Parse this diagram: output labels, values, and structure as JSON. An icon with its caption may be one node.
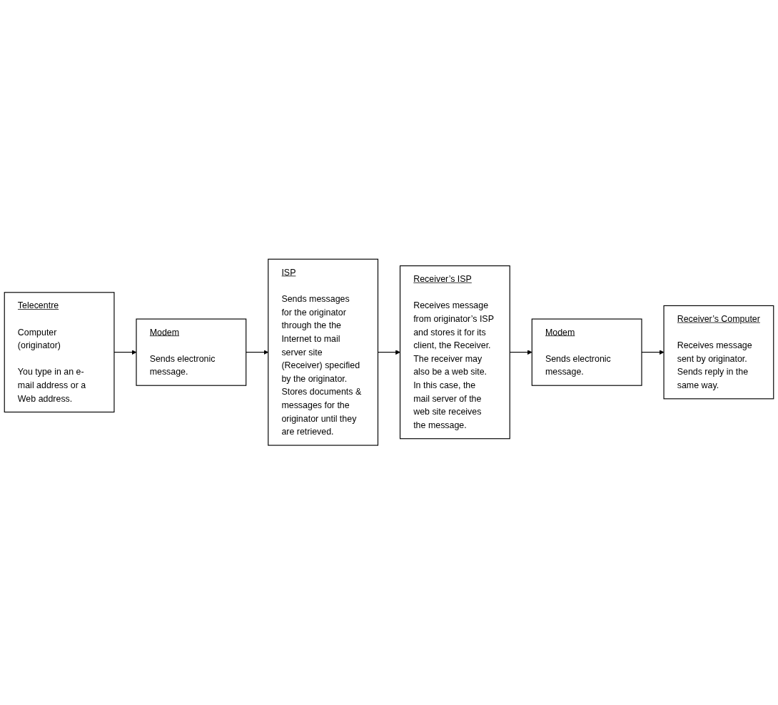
{
  "diagram": {
    "nodes": [
      {
        "text": [
          "Telecentre",
          "Computer (originator)",
          "You type in an e-mail address or a Web address."
        ]
      },
      {
        "text": [
          "Modem",
          "Sends electronic message."
        ]
      },
      {
        "text": [
          "ISP",
          "Sends messages for the originator through the the Internet to mail server site (Receiver) specified by the originator. Stores documents & messages for the originator until they are retrieved."
        ]
      },
      {
        "text": [
          "Receiver’s Computer",
          "Receives message sent by originator. Sends reply in the same way."
        ]
      },
      {
        "text": [
          "Modem",
          "Sends electronic message."
        ]
      },
      {
        "text": [
          "Receiver’s ISP",
          "Receives message from originator’s ISP and stores it for its client, the Receiver. The receiver may also be a web site. In this case, the mail server of the web site receives the message."
        ]
      }
    ],
    "edges": [
      {
        "from": 0,
        "to": 1,
        "arrow": "to"
      },
      {
        "from": 1,
        "to": 2,
        "arrow": "to"
      },
      {
        "from": 2,
        "to": 5,
        "arrow": "to"
      },
      {
        "from": 5,
        "to": 4,
        "arrow": "to"
      },
      {
        "from": 4,
        "to": 3,
        "arrow": "to"
      }
    ]
  }
}
